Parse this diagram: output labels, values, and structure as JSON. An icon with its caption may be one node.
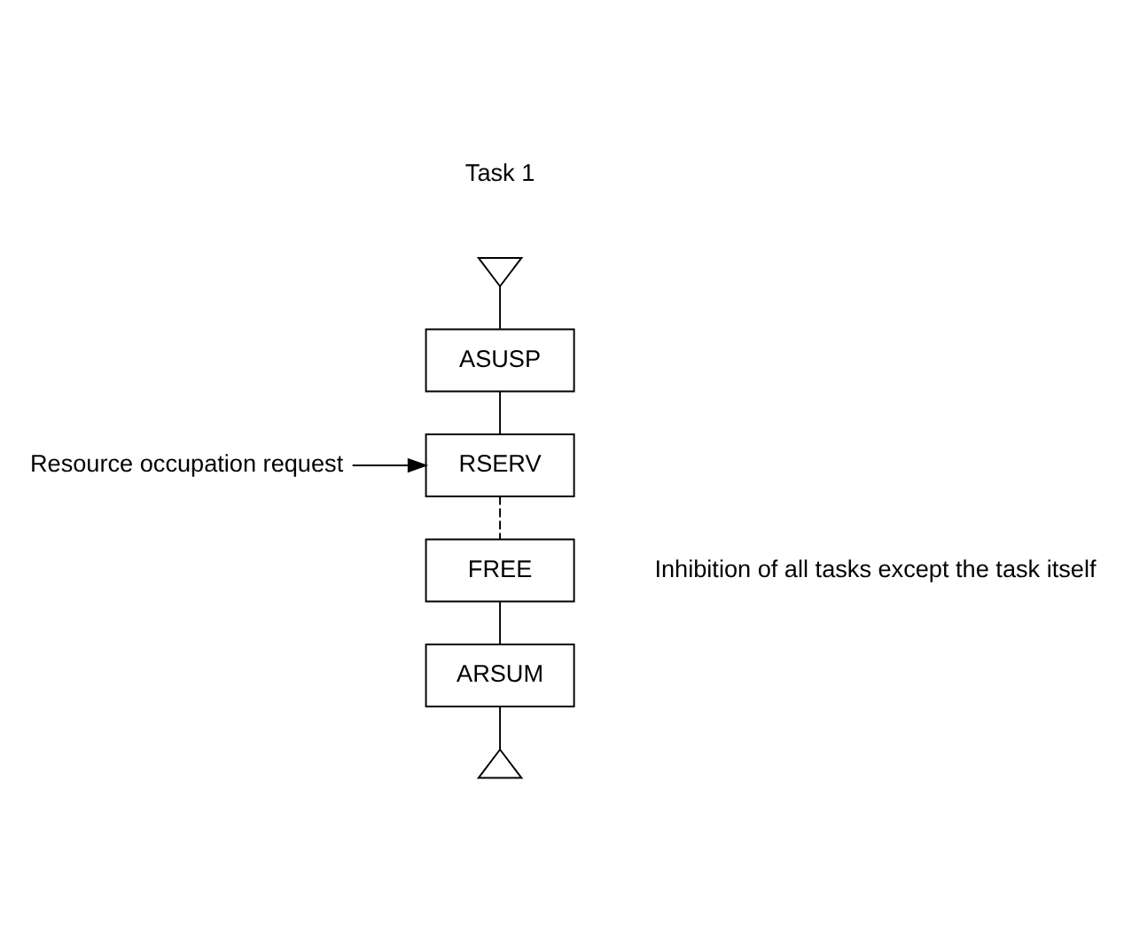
{
  "diagram": {
    "nodes": [
      {
        "text": [],
        "shape": "triangle",
        "beside": [
          "Task 1"
        ]
      },
      {
        "text": [
          "ASUSP"
        ]
      },
      {
        "text": [
          "RSERV"
        ]
      },
      {
        "text": [
          "FREE"
        ]
      },
      {
        "text": [
          "ARSUM"
        ]
      },
      {
        "text": [],
        "shape": "triangle"
      },
      {
        "text": [
          "Resource occupation request"
        ]
      }
    ],
    "edges": [
      {
        "from": 0,
        "to": 1,
        "arrow": "none"
      },
      {
        "from": 1,
        "to": 2,
        "arrow": "none"
      },
      {
        "from": 2,
        "to": 3,
        "arrow": "none",
        "style": "dashed"
      },
      {
        "from": 3,
        "to": 4,
        "arrow": "none"
      },
      {
        "from": 4,
        "to": 5,
        "arrow": "none"
      },
      {
        "from": 6,
        "to": 2,
        "arrow": "to"
      }
    ],
    "labels": [
      "Inhibition of all tasks except the task itself"
    ]
  }
}
